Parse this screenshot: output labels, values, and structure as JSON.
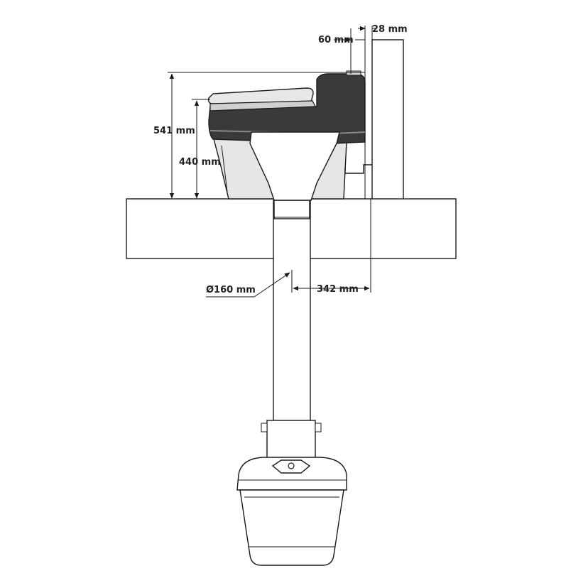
{
  "diagram": {
    "dimensions": {
      "wall_gap": "60 mm",
      "wall_thickness": "28 mm",
      "total_height": "541 mm",
      "seat_height": "440 mm",
      "pipe_diameter": "Ø160 mm",
      "pipe_offset": "342 mm"
    },
    "colors": {
      "line": "#1a1a1a",
      "toilet_body": "#3a3a3a",
      "toilet_seat": "#e8e8e8",
      "background": "#ffffff"
    }
  }
}
